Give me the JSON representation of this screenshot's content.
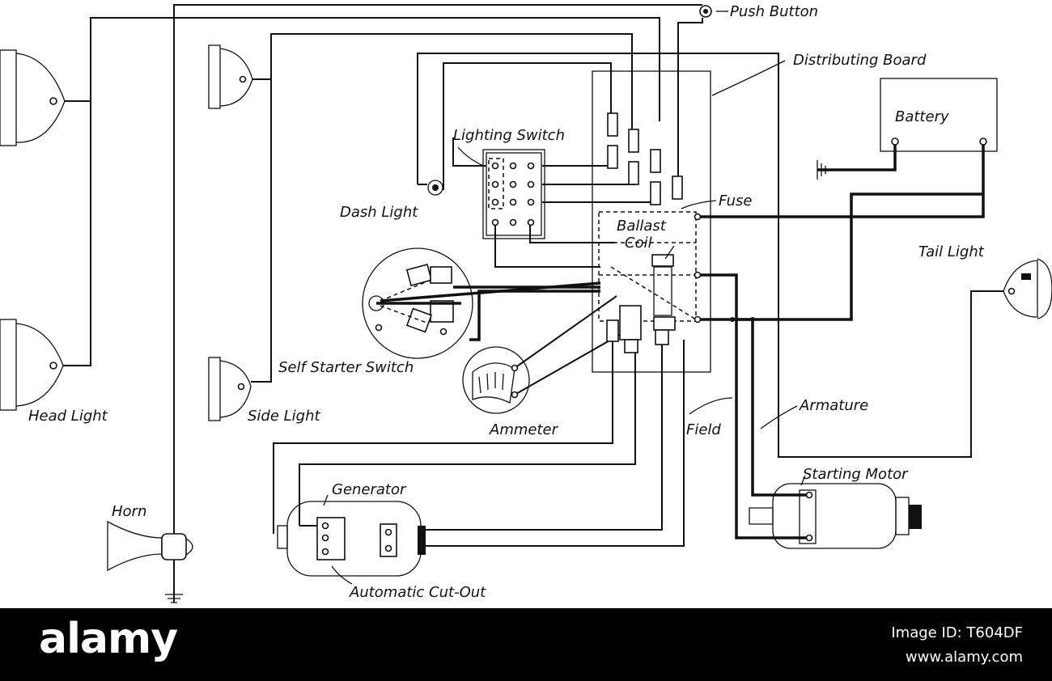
{
  "labels": {
    "push_button": "Push Button",
    "distributing_board": "Distributing Board",
    "battery": "Battery",
    "lighting_switch": "Lighting Switch",
    "fuse": "Fuse",
    "dash_light": "Dash Light",
    "ballast_coil_1": "Ballast",
    "ballast_coil_2": "Coil",
    "tail_light": "Tail Light",
    "self_starter_switch": "Self Starter Switch",
    "head_light": "Head Light",
    "side_light": "Side Light",
    "ammeter": "Ammeter",
    "armature": "Armature",
    "field": "Field",
    "starting_motor": "Starting Motor",
    "generator": "Generator",
    "horn": "Horn",
    "automatic_cut_out": "Automatic Cut-Out"
  },
  "footer": {
    "brand": "alamy",
    "image_id": "Image ID: T604DF",
    "site": "www.alamy.com"
  }
}
